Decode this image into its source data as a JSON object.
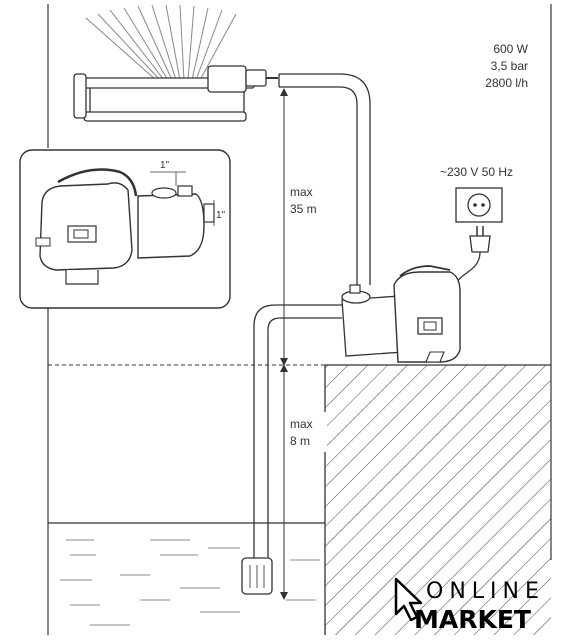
{
  "specs": {
    "power": "600 W",
    "pressure": "3,5 bar",
    "flow": "2800 l/h"
  },
  "mains": "~230 V  50 Hz",
  "inset": {
    "fitting_size_top": "1\"",
    "fitting_size_side": "1\""
  },
  "head_height": {
    "label": "max",
    "value": "35 m"
  },
  "suction_height": {
    "label": "max",
    "value": "8 m"
  },
  "logo": {
    "line1": "ONLINE",
    "line2": "MARKET"
  }
}
